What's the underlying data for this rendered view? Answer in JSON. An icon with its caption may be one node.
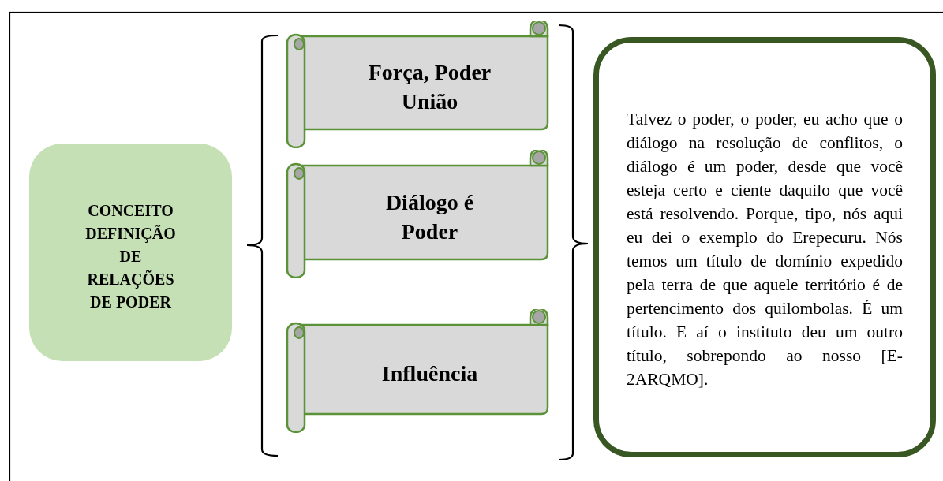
{
  "diagram": {
    "nodes": [
      {
        "text": [
          "CONCEITO DEFINIÇÃO DE RELAÇÕES DE PODER"
        ]
      },
      {
        "text": [
          "Força, Poder União"
        ]
      },
      {
        "text": [
          "Diálogo é Poder"
        ]
      },
      {
        "text": [
          "Influência"
        ]
      },
      {
        "text": [
          "Talvez o poder, o poder, eu acho que o diálogo na resolução de conflitos, o diálogo é um poder, desde que você esteja certo e ciente daquilo que você está resolvendo. Porque, tipo, nós aqui eu dei o exemplo do Erepecuru. Nós temos um título de domínio expedido pela terra de que aquele território é de pertencimento dos quilombolas. É um título. E aí o instituto deu um outro título, sobrepondo ao nosso [E-2ARQMO]."
        ]
      }
    ],
    "edges": []
  }
}
